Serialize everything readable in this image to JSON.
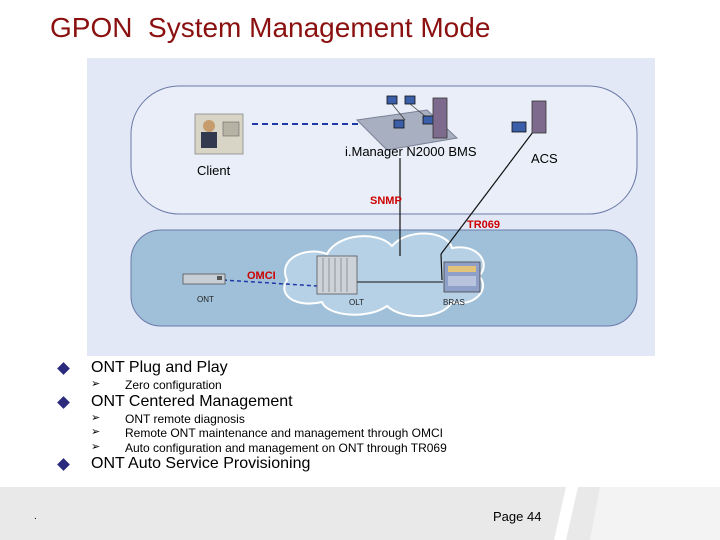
{
  "slide": {
    "title": "GPON  System Management Mode",
    "page_label": "Page 44",
    "footer_mark": "."
  },
  "diagram": {
    "labels": {
      "manager": "i.Manager N2000 BMS",
      "acs": "ACS",
      "client": "Client",
      "snmp": "SNMP",
      "tr069": "TR069",
      "omci": "OMCI",
      "ont": "ONT",
      "olt": "OLT",
      "bras": "BRAS"
    },
    "colors": {
      "background": "#e3e8f7",
      "panel_fill": "#e3e8f7",
      "network_fill": "#9fc0d8",
      "protocol_text": "#cc0000",
      "dashed_line": "#1f3aa8"
    }
  },
  "bullets": [
    {
      "text": "ONT Plug and Play",
      "subs": [
        "Zero configuration"
      ]
    },
    {
      "text": "ONT Centered Management",
      "subs": [
        "ONT remote diagnosis",
        "Remote ONT maintenance and management through OMCI",
        "Auto configuration and management on ONT through TR069"
      ]
    },
    {
      "text": "ONT Auto Service Provisioning",
      "subs": []
    }
  ],
  "icons": {
    "bullet": "diamond-bullet-icon",
    "sub_bullet": "arrowhead-bullet-icon"
  }
}
